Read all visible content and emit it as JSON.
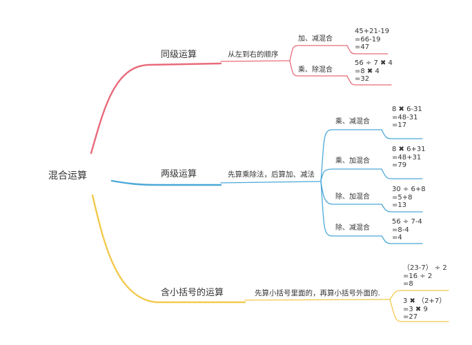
{
  "root": {
    "label": "混合运算"
  },
  "branches": [
    {
      "title": "同级运算",
      "rule": "从左到右的顺序",
      "color": "#e86a7a",
      "subs": [
        {
          "label": "加、减混合",
          "calc": [
            "45+21-19",
            "=66-19",
            "=47"
          ]
        },
        {
          "label": "乘、除混合",
          "calc": [
            "56 ÷ 7 ✖ 4",
            "=8 ✖ 4",
            "=32"
          ]
        }
      ]
    },
    {
      "title": "两级运算",
      "rule": "先算乘除法，后算加、减法",
      "color": "#4aa8d8",
      "subs": [
        {
          "label": "乘、减混合",
          "calc": [
            "8 ✖ 6-31",
            "=48-31",
            "=17"
          ]
        },
        {
          "label": "乘、加混合",
          "calc": [
            "8 ✖ 6+31",
            "=48+31",
            "=79"
          ]
        },
        {
          "label": "除、加混合",
          "calc": [
            "30 ÷ 6+8",
            "=5+8",
            "=13"
          ]
        },
        {
          "label": "除、减混合",
          "calc": [
            "56 ÷ 7-4",
            "=8-4",
            "=4"
          ]
        }
      ]
    },
    {
      "title": "含小括号的运算",
      "rule": "先算小括号里面的，再算小括号外面的.",
      "color": "#f2c94c",
      "calcs": [
        [
          "（23-7） ÷ 2",
          "=16 ÷ 2",
          "=8"
        ],
        [
          "3 ✖ （2+7）",
          "=3 ✖ 9",
          "=27"
        ]
      ]
    }
  ]
}
